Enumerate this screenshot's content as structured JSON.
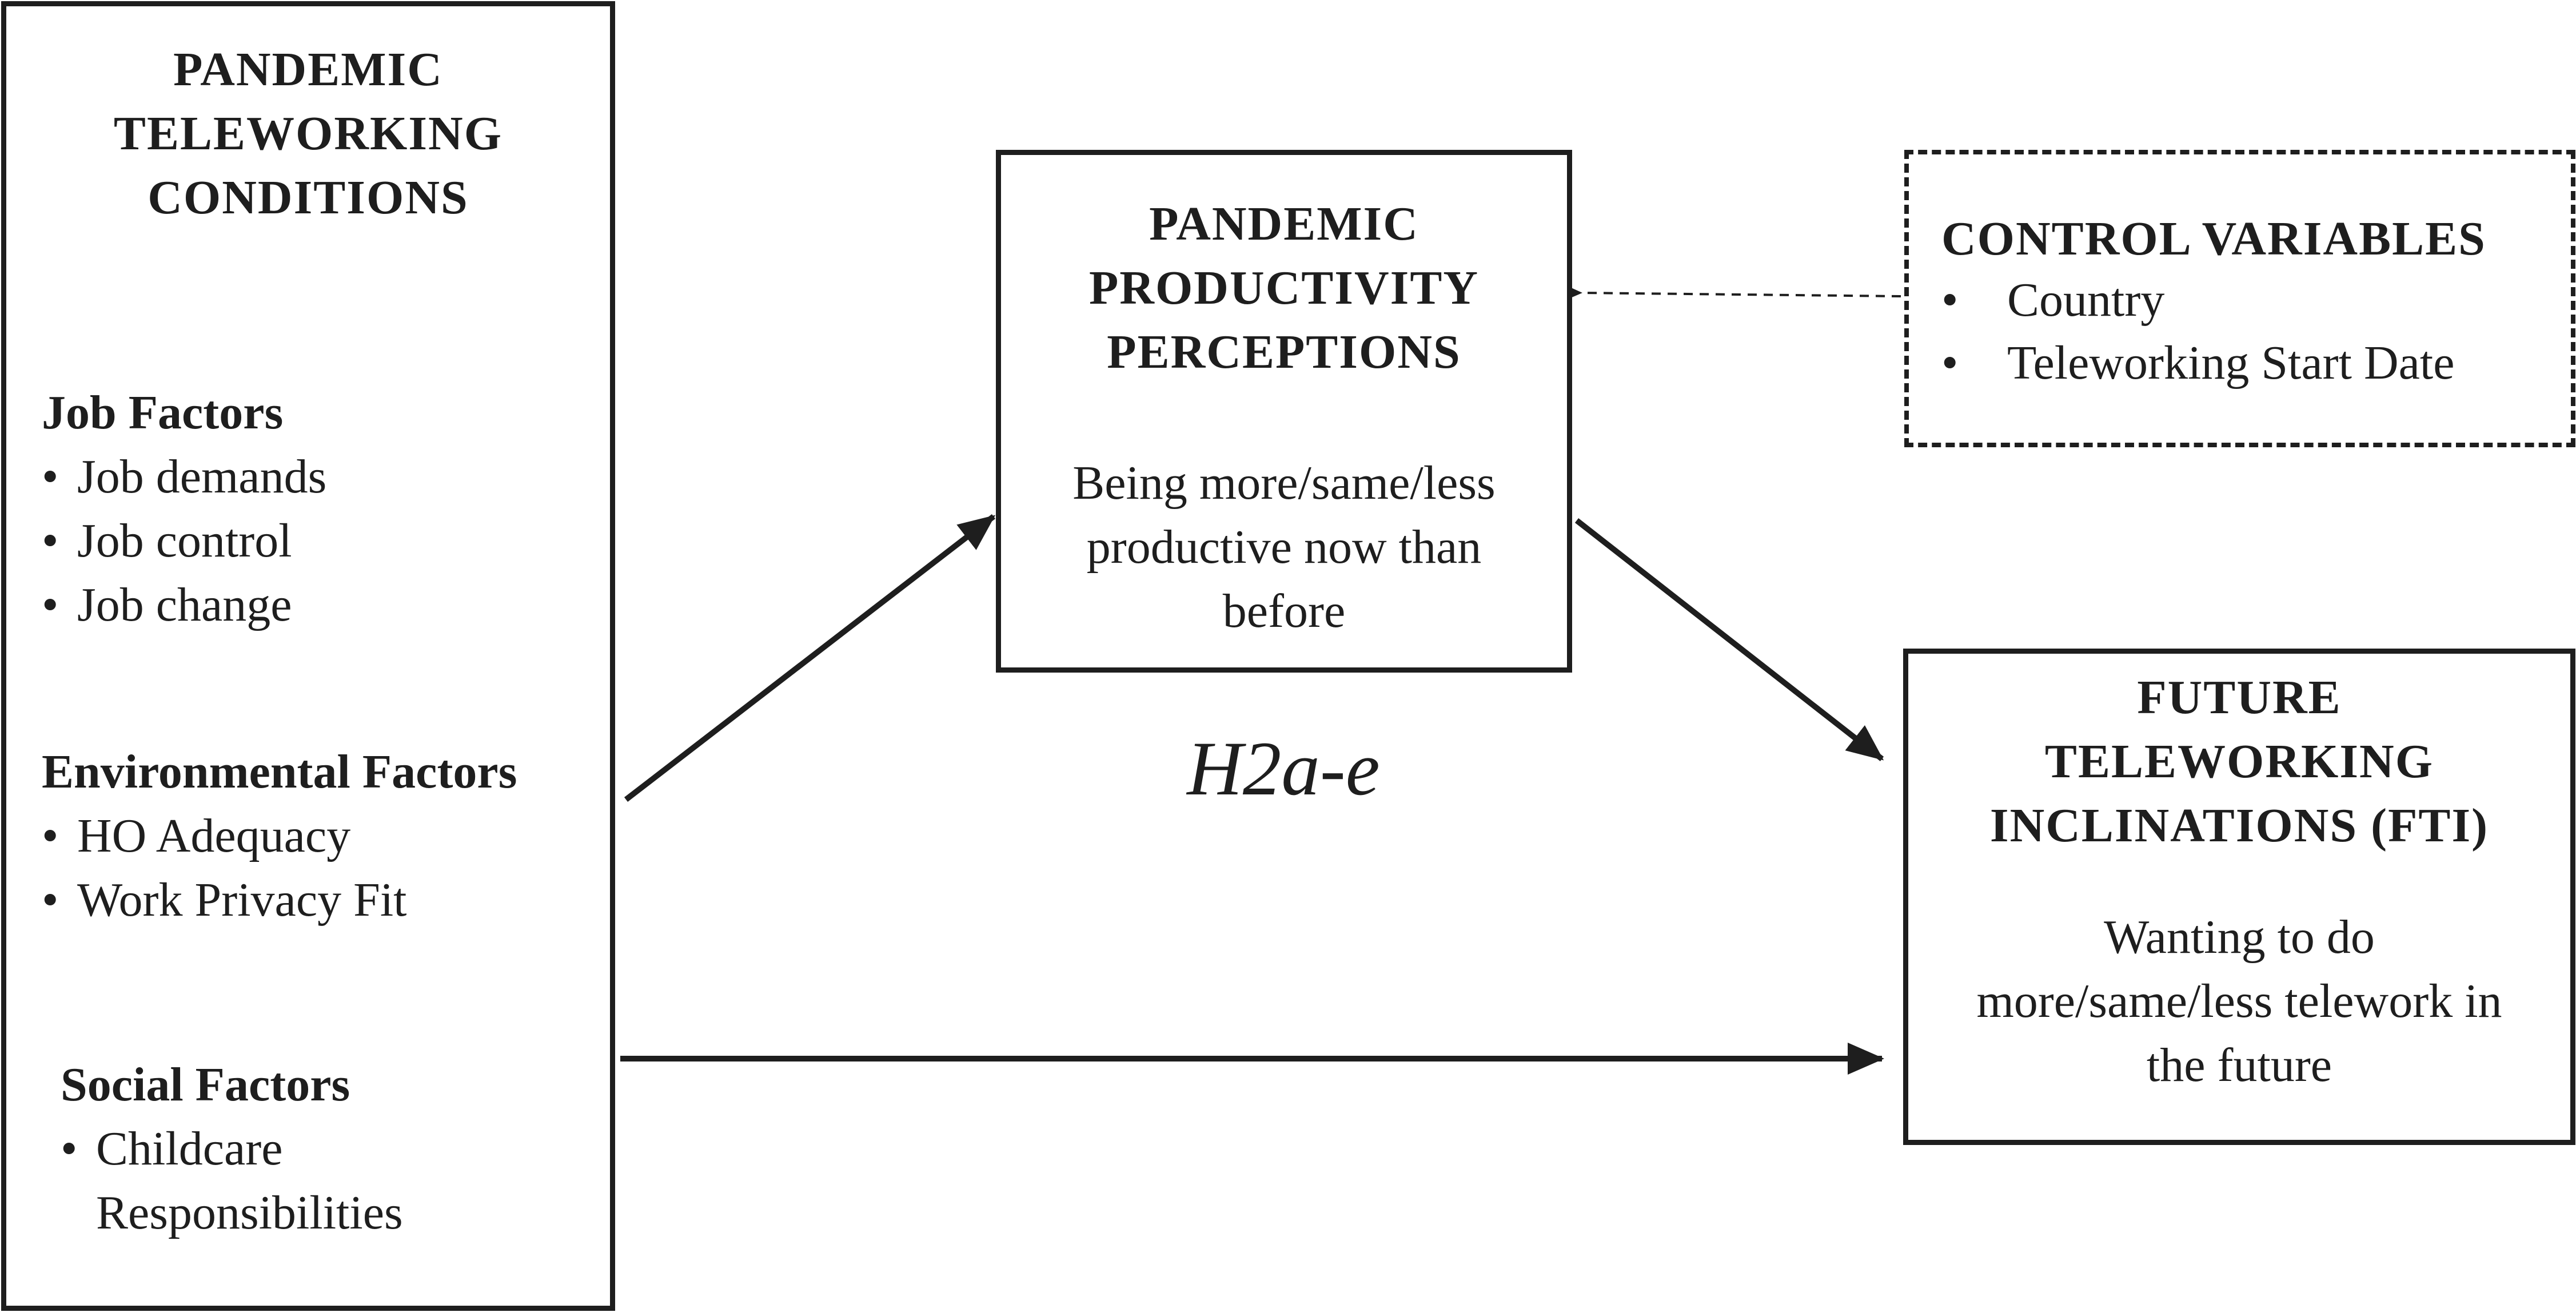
{
  "conditions": {
    "title": "PANDEMIC\nTELEWORKING\nCONDITIONS",
    "groups": [
      {
        "title": "Job Factors",
        "items": [
          "Job demands",
          "Job control",
          "Job change"
        ]
      },
      {
        "title": "Environmental Factors",
        "items": [
          "HO Adequacy",
          "Work Privacy Fit"
        ]
      },
      {
        "title": "Social Factors",
        "items": [
          "Childcare\nResponsibilities"
        ]
      }
    ]
  },
  "productivity": {
    "title": "PANDEMIC\nPRODUCTIVITY\nPERCEPTIONS",
    "description": "Being more/same/less\nproductive now than\nbefore"
  },
  "controls": {
    "title": "CONTROL VARIABLES",
    "items": [
      "Country",
      "Teleworking Start Date"
    ]
  },
  "fti": {
    "title": "FUTURE\nTELEWORKING\nINCLINATIONS (FTI)",
    "description": "Wanting to do\nmore/same/less telework in\nthe future"
  },
  "hypothesis": {
    "label": "H2a-e"
  },
  "colors": {
    "ink": "#1e1e1e",
    "background": "#ffffff"
  }
}
